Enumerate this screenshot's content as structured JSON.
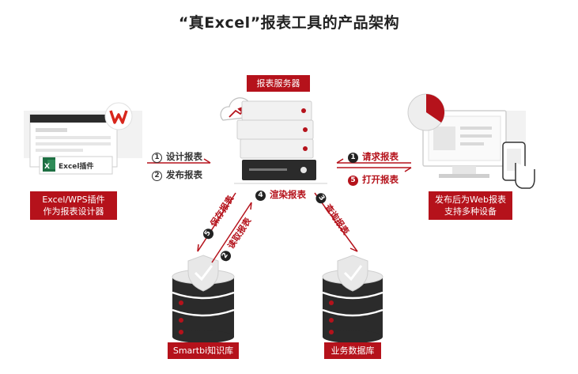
{
  "title": "“真Excel”报表工具的产品架构",
  "server": {
    "label": "报表服务器"
  },
  "designer": {
    "plugin_badge": "Excel插件",
    "caption_line1": "Excel/WPS插件",
    "caption_line2": "作为报表设计器"
  },
  "client": {
    "caption_line1": "发布后为Web报表",
    "caption_line2": "支持多种设备"
  },
  "smartbi_db": {
    "label": "Smartbi知识库"
  },
  "biz_db": {
    "label": "业务数据库"
  },
  "steps_left": [
    {
      "num": "①",
      "label": "设计报表"
    },
    {
      "num": "②",
      "label": "发布报表"
    }
  ],
  "steps_right": [
    {
      "num": "1",
      "label": "请求报表"
    },
    {
      "num": "5",
      "label": "打开报表"
    }
  ],
  "step_render": {
    "num": "4",
    "label": "渲染报表"
  },
  "step_save": {
    "num": "5",
    "label": "保存报表"
  },
  "step_read": {
    "num": "2",
    "label": "读取报表"
  },
  "step_query": {
    "num": "3",
    "label": "查询报表"
  },
  "colors": {
    "accent": "#b5121b",
    "dark": "#2b2b2b",
    "light_gray": "#e8e8e8",
    "mid_gray": "#cfcfcf"
  }
}
